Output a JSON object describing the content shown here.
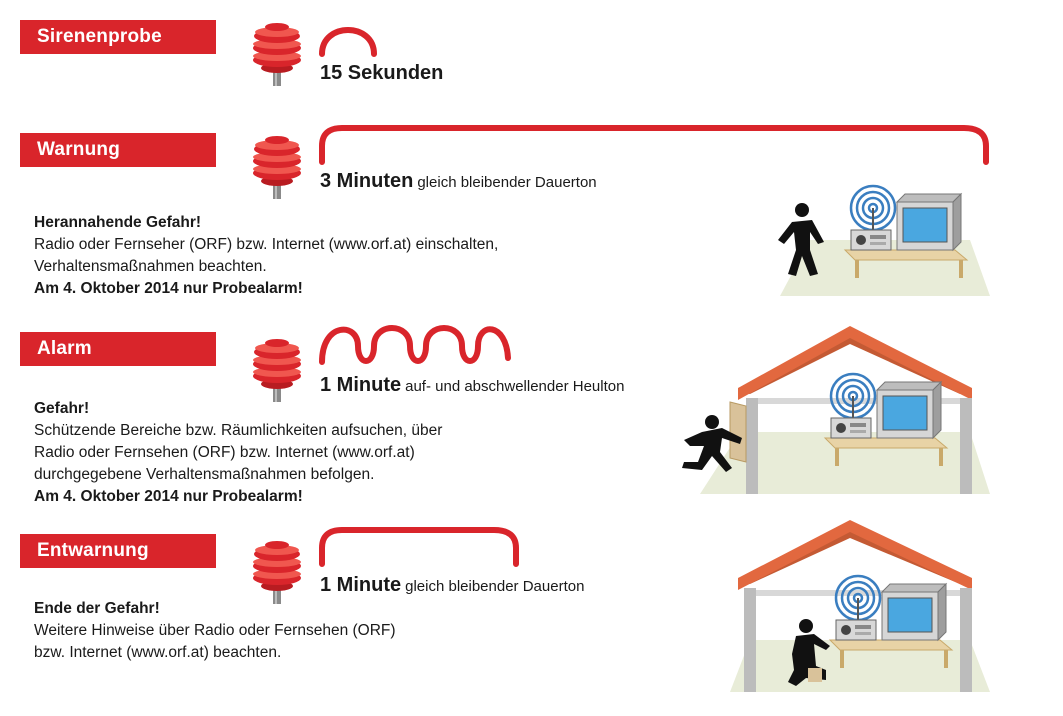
{
  "colors": {
    "accent": "#d9252b",
    "roof": "#e2683f",
    "ground": "#e8ecd8",
    "wall": "#cfcfcf"
  },
  "sections": [
    {
      "label": "Sirenenprobe",
      "duration": "15 Sekunden",
      "duration_sub": "",
      "lines": []
    },
    {
      "label": "Warnung",
      "duration": "3 Minuten",
      "duration_sub": "gleich bleibender Dauerton",
      "heading": "Herannahende Gefahr!",
      "body1": "Radio oder Fernseher (ORF) bzw. Internet (www.orf.at) einschalten,",
      "body2": "Verhaltensmaßnahmen beachten.",
      "note": "Am 4. Oktober 2014 nur Probealarm!"
    },
    {
      "label": "Alarm",
      "duration": "1 Minute",
      "duration_sub": "auf- und abschwellender Heulton",
      "heading": "Gefahr!",
      "body1": "Schützende Bereiche bzw. Räumlichkeiten aufsuchen, über",
      "body2": "Radio oder Fernsehen (ORF) bzw. Internet (www.orf.at)",
      "body3": "durchgegebene Verhaltensmaßnahmen befolgen.",
      "note": "Am 4. Oktober 2014 nur Probealarm!"
    },
    {
      "label": "Entwarnung",
      "duration": "1 Minute",
      "duration_sub": "gleich bleibender Dauerton",
      "heading": "Ende der Gefahr!",
      "body1": "Weitere Hinweise über Radio oder Fernsehen (ORF)",
      "body2": "bzw. Internet (www.orf.at) beachten."
    }
  ],
  "icons": {
    "siren": "siren-icon",
    "radio": "radio-icon",
    "tv": "tv-icon",
    "person": "person-icon",
    "house": "house-icon"
  }
}
